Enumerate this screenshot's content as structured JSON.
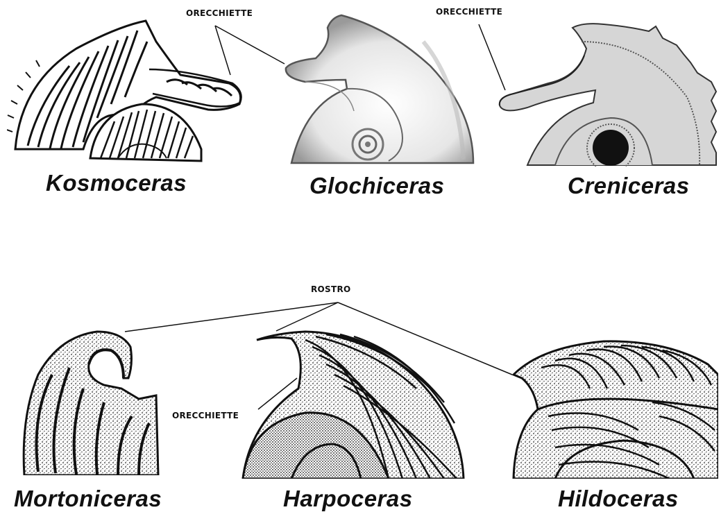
{
  "species": {
    "kosmoceras": "Kosmoceras",
    "glochiceras": "Glochiceras",
    "creniceras": "Creniceras",
    "mortoniceras": "Mortoniceras",
    "harpoceras": "Harpoceras",
    "hildoceras": "Hildoceras"
  },
  "callouts": {
    "orecchiette_top_left": "ORECCHIETTE",
    "orecchiette_top_right": "ORECCHIETTE",
    "rostro": "ROSTRO",
    "orecchiette_bottom": "ORECCHIETTE"
  },
  "colors": {
    "ink": "#111111",
    "creniceras_fill": "#d6d6d6"
  }
}
